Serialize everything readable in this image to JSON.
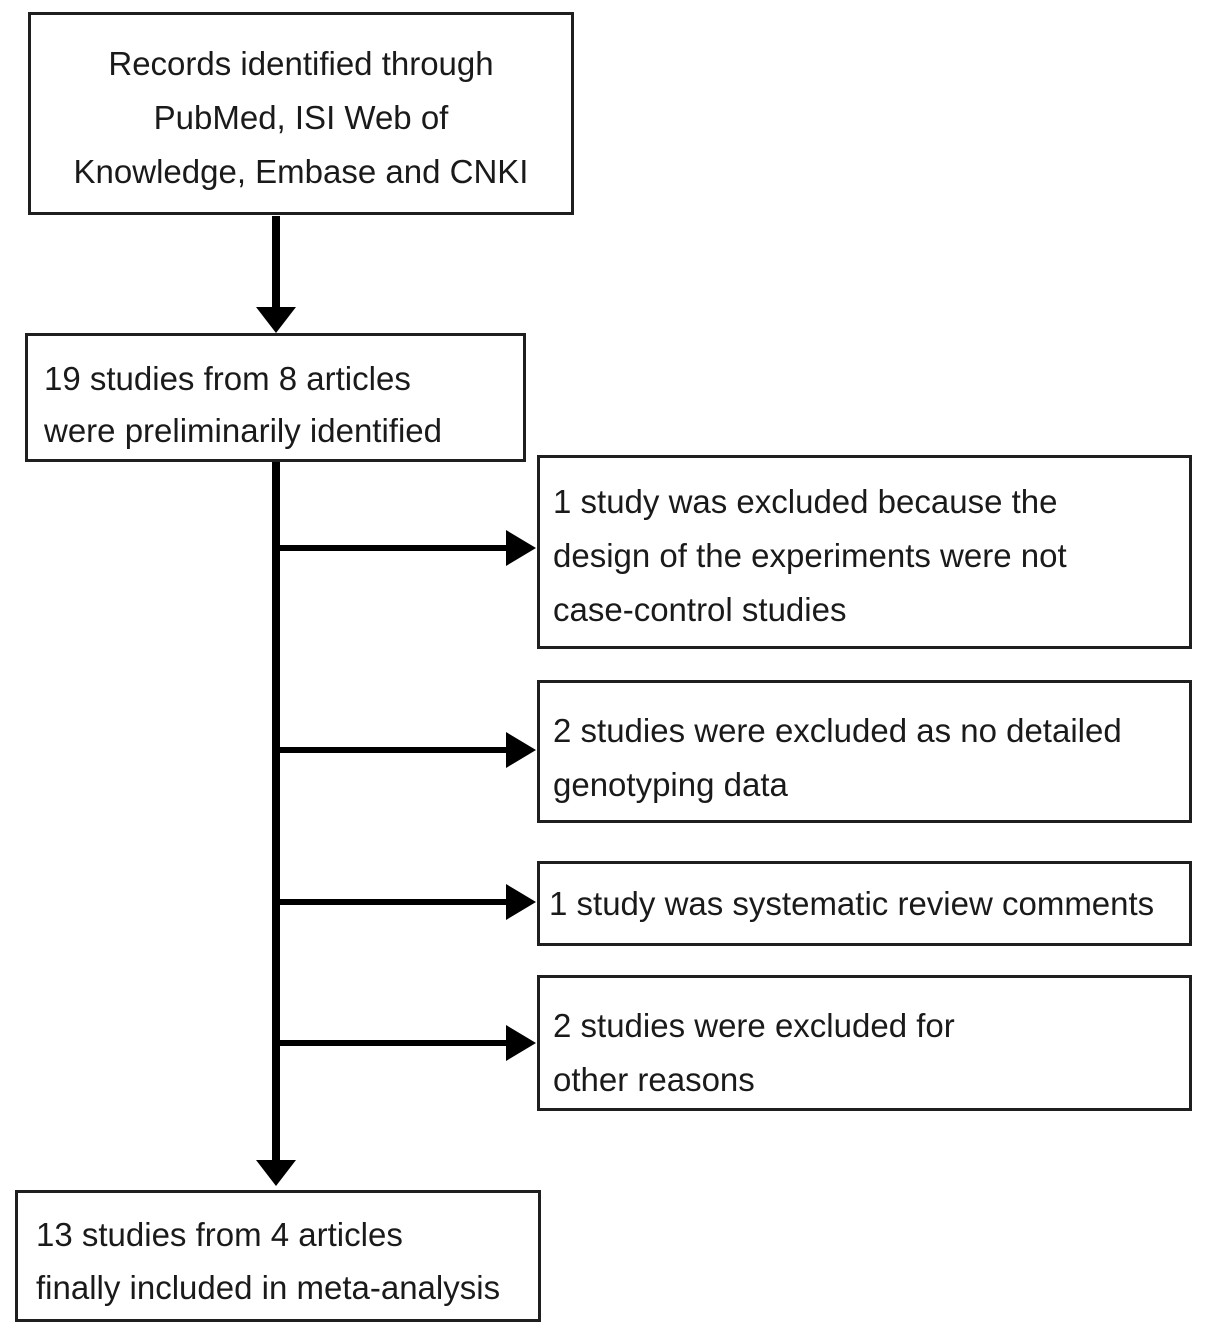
{
  "diagram": {
    "type": "flowchart",
    "title_semantic": "study-selection-flow",
    "colors": {
      "background": "#ffffff",
      "box_border": "#1f1f1f",
      "text": "#1a1a1a",
      "arrow": "#000000"
    },
    "nodes": {
      "records": {
        "lines": [
          "Records identified through",
          "PubMed, ISI Web of",
          "Knowledge, Embase and CNKI"
        ]
      },
      "preliminary": {
        "lines": [
          "19 studies from 8 articles",
          "were preliminarily identified"
        ]
      },
      "excluded_design": {
        "lines": [
          "1 study was excluded because the",
          "design of the experiments were not",
          "case-control studies"
        ]
      },
      "excluded_genotyping": {
        "lines": [
          "2 studies were excluded as no detailed",
          "genotyping data"
        ]
      },
      "excluded_review": {
        "lines": [
          "1 study was systematic review comments"
        ]
      },
      "excluded_other": {
        "lines": [
          "2 studies were excluded for",
          "other reasons"
        ]
      },
      "final": {
        "lines": [
          "13 studies from 4 articles",
          "finally included in meta-analysis"
        ]
      }
    },
    "edges": [
      {
        "from": "records",
        "to": "preliminary",
        "direction": "down"
      },
      {
        "from": "preliminary",
        "to": "excluded_design",
        "direction": "right"
      },
      {
        "from": "preliminary",
        "to": "excluded_genotyping",
        "direction": "right"
      },
      {
        "from": "preliminary",
        "to": "excluded_review",
        "direction": "right"
      },
      {
        "from": "preliminary",
        "to": "excluded_other",
        "direction": "right"
      },
      {
        "from": "preliminary",
        "to": "final",
        "direction": "down"
      }
    ]
  }
}
